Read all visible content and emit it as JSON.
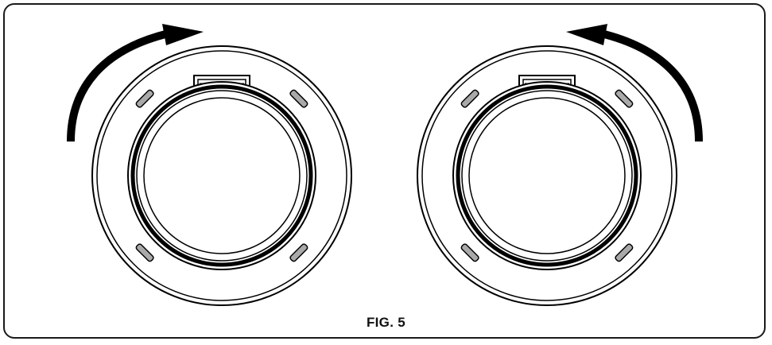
{
  "figure": {
    "caption": "FIG. 5"
  },
  "colors": {
    "line": "#000000",
    "slot_fill": "#a9a9a9",
    "background": "#ffffff"
  },
  "diagram": {
    "parts": [
      {
        "name": "left-ring-assembly",
        "rotation": "clockwise"
      },
      {
        "name": "right-ring-assembly",
        "rotation": "counterclockwise"
      }
    ]
  }
}
